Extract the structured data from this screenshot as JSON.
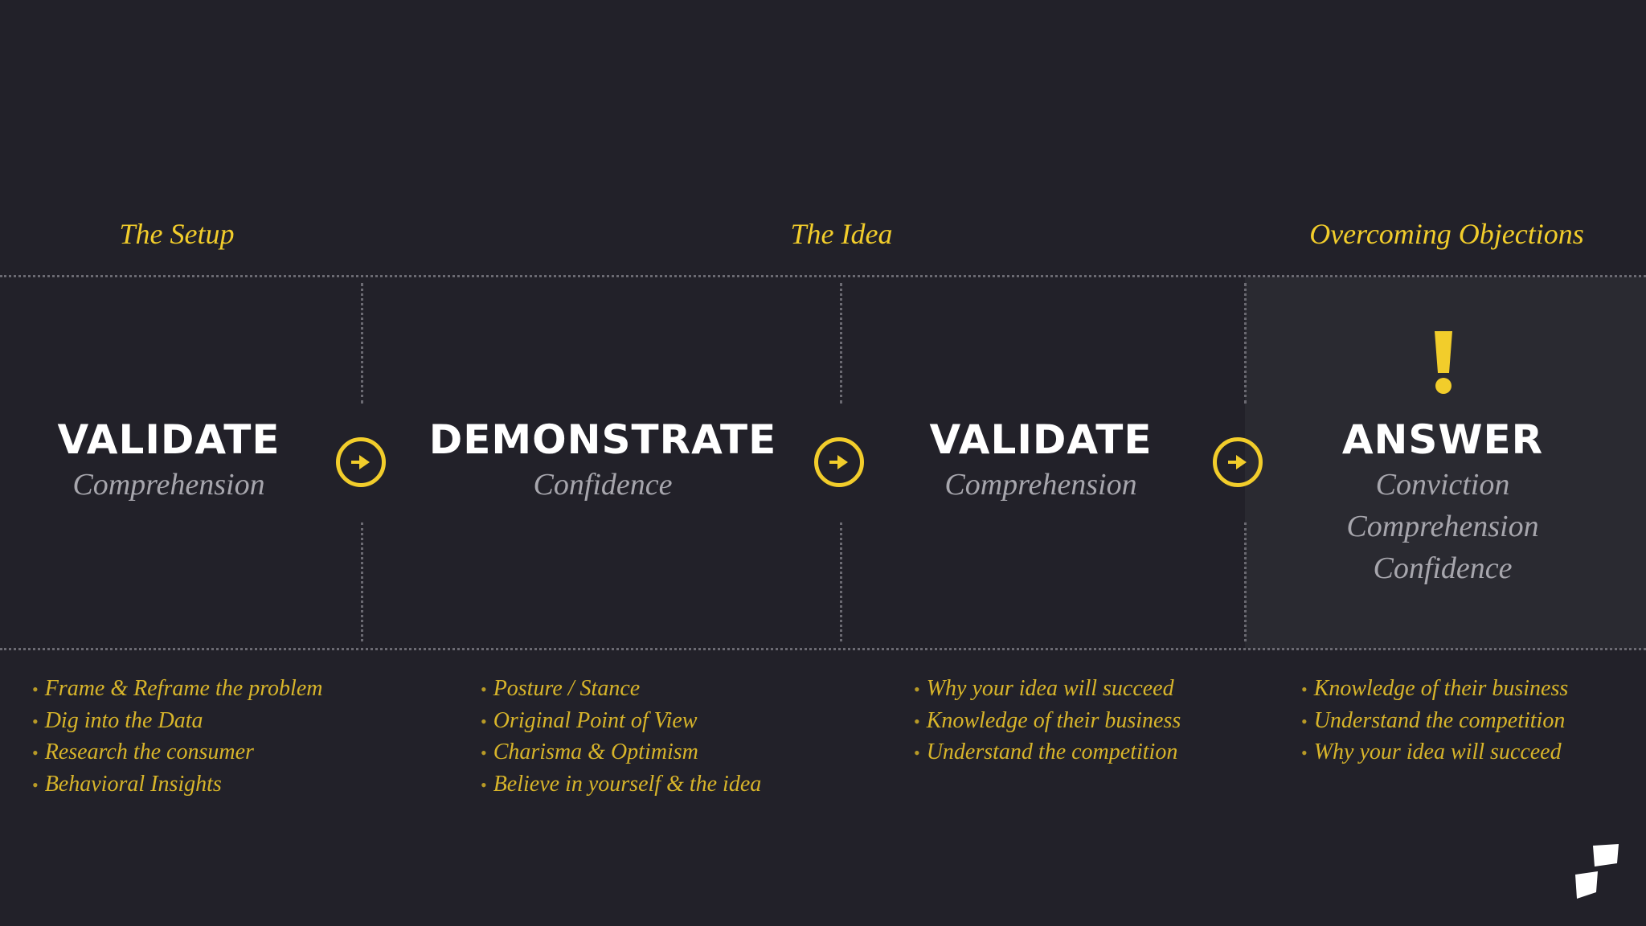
{
  "sections": {
    "setup": "The Setup",
    "idea": "The Idea",
    "objections": "Overcoming Objections"
  },
  "stages": [
    {
      "heading": "VALIDATE",
      "subs": [
        "Comprehension"
      ]
    },
    {
      "heading": "DEMONSTRATE",
      "subs": [
        "Confidence"
      ]
    },
    {
      "heading": "VALIDATE",
      "subs": [
        "Comprehension"
      ]
    },
    {
      "heading": "ANSWER",
      "subs": [
        "Conviction",
        "Comprehension",
        "Confidence"
      ]
    }
  ],
  "bullets": [
    [
      "Frame & Reframe the problem",
      "Dig into the Data",
      "Research the consumer",
      "Behavioral Insights"
    ],
    [
      "Posture / Stance",
      "Original Point of View",
      "Charisma & Optimism",
      "Believe in yourself & the idea"
    ],
    [
      "Why your idea will succeed",
      "Knowledge of their business",
      "Understand the competition"
    ],
    [
      "Knowledge of their business",
      "Understand the competition",
      "Why your idea will succeed"
    ]
  ],
  "bullet_marker": "•",
  "icons": {
    "arrow": "arrow-right-circle-icon",
    "alert": "exclamation-icon",
    "logo": "brand-logo"
  },
  "colors": {
    "background": "#222129",
    "panel": "#2a2a31",
    "accent": "#f2cd2b",
    "heading": "#ffffff",
    "subtext": "#a7a6ad"
  }
}
